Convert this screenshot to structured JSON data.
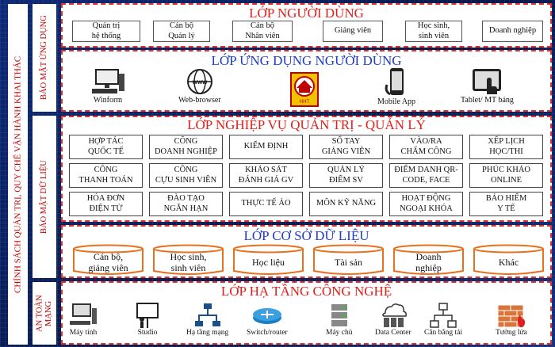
{
  "side_labels": {
    "policy": "CHÍNH SÁCH QUẢN TRỊ, QUY CHẾ VẬN HÀNH KHAI THÁC",
    "app_security": "BẢO MẬT ỨNG DỤNG",
    "data_security": "BẢO MẬT DỮ LIỆU",
    "network_safety": "AN TOÀN MẠNG"
  },
  "user_layer": {
    "title": "LỚP NGƯỜI DÙNG",
    "users": [
      "Quản trị\nhệ thống",
      "Cán bộ\nQuản lý",
      "Cán bộ\nNhân viên",
      "Giảng viên",
      "Học sinh,\nsinh viên",
      "Doanh nghiệp"
    ]
  },
  "app_layer": {
    "title": "LỚP ỨNG DỤNG NGƯỜI DÙNG",
    "apps": [
      {
        "label": "Winform",
        "icon": "desktop-computer-icon"
      },
      {
        "label": "Web-browser",
        "icon": "www-globe-icon"
      },
      {
        "label": "",
        "icon": "hht-logo-icon"
      },
      {
        "label": "Mobile App",
        "icon": "smartphone-icon"
      },
      {
        "label": "Tablet/ MT bảng",
        "icon": "tablet-touch-icon"
      }
    ]
  },
  "business_layer": {
    "title": "LỚP NGHIỆP VỤ QUẢN TRỊ - QUẢN LÝ",
    "rows": [
      [
        "HỢP TÁC\nQUỐC TẾ",
        "CÔNG\nDOANH NGHIỆP",
        "KIỂM ĐỊNH",
        "SỔ TAY\nGIẢNG VIÊN",
        "VÀO/RA\nCHẤM CÔNG",
        "XẾP LỊCH\nHỌC/THI"
      ],
      [
        "CÔNG\nTHANH TOÁN",
        "CÔNG\nCỰU SINH VIÊN",
        "KHẢO SÁT\nĐÁNH GIÁ GV",
        "QUẢN LÝ\nĐIỂM SV",
        "ĐIỂM DANH QR-\nCODE, FACE",
        "PHÚC KHẢO\nONLINE"
      ],
      [
        "HÓA ĐƠN\nĐIỆN TỬ",
        "ĐÀO TẠO\nNGẮN HẠN",
        "THỰC TẾ ẢO",
        "MÔN KỸ NĂNG",
        "HOẠT ĐỘNG\nNGOẠI KHÓA",
        "BẢO HIỂM\nY TẾ"
      ]
    ]
  },
  "database_layer": {
    "title": "LỚP CƠ SỞ DỮ LIỆU",
    "items": [
      "Cán bộ,\ngiảng viên",
      "Học sinh,\nsinh viên",
      "Học liệu",
      "Tài sản",
      "Doanh\nnghiệp",
      "Khác"
    ]
  },
  "infra_layer": {
    "title": "LỚP HẠ TẦNG CÔNG NGHỆ",
    "items": [
      {
        "label": "Máy tính",
        "icon": "computer-icon"
      },
      {
        "label": "Studio",
        "icon": "studio-icon"
      },
      {
        "label": "Hạ tầng mạng",
        "icon": "network-icon"
      },
      {
        "label": "Switch/router",
        "icon": "router-icon"
      },
      {
        "label": "Máy chủ",
        "icon": "server-icon"
      },
      {
        "label": "Data Center",
        "icon": "data-center-icon"
      },
      {
        "label": "Cân bằng tải",
        "icon": "load-balancer-icon"
      },
      {
        "label": "Tường lửa",
        "icon": "firewall-icon"
      }
    ]
  },
  "colors": {
    "title_red": "#e0201a",
    "title_blue": "#1f3cc8",
    "border_red": "#e0302a",
    "background": "#0b1f5c"
  }
}
